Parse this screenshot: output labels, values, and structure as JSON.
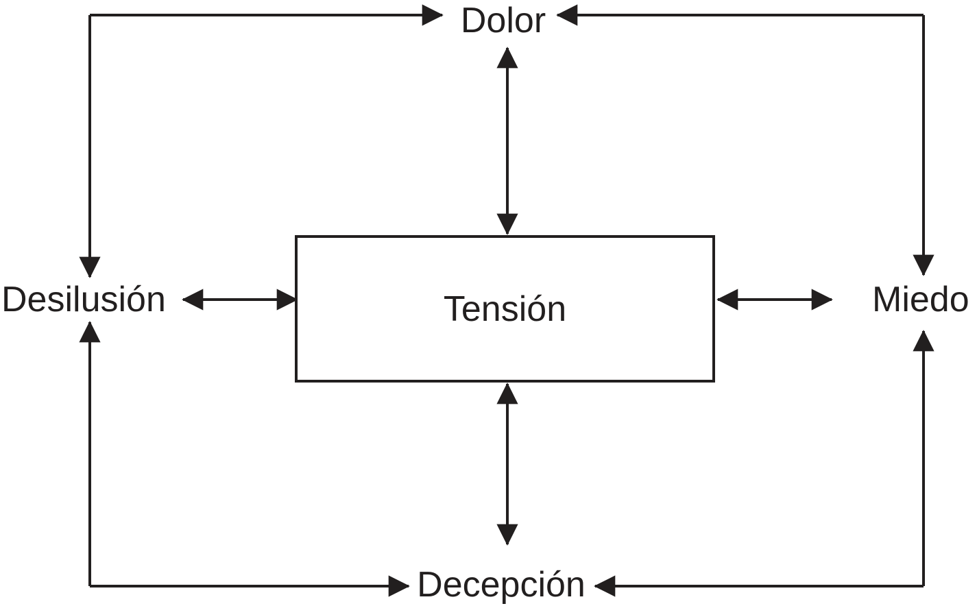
{
  "diagram": {
    "center": {
      "label": "Tensión"
    },
    "nodes": {
      "top": {
        "label": "Dolor"
      },
      "right": {
        "label": "Miedo"
      },
      "bottom": {
        "label": "Decepción"
      },
      "left": {
        "label": "Desilusión"
      }
    },
    "relations": [
      "Tensión <-> Dolor",
      "Tensión <-> Miedo",
      "Tensión <-> Decepción",
      "Tensión <-> Desilusión",
      "Desilusión -> Dolor",
      "Miedo -> Dolor",
      "Desilusión -> Decepción",
      "Miedo -> Decepción"
    ],
    "colors": {
      "line": "#221f1f",
      "background": "#ffffff"
    }
  }
}
